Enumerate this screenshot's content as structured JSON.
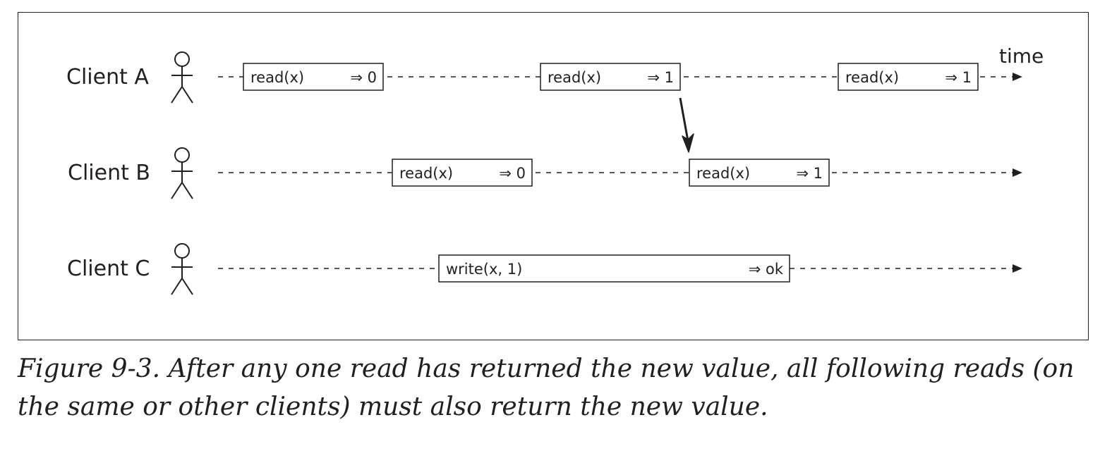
{
  "diagram": {
    "time_label": "time",
    "clients": [
      {
        "label": "Client A",
        "operations": [
          {
            "op": "read(x)",
            "result": "⇒ 0"
          },
          {
            "op": "read(x)",
            "result": "⇒ 1"
          },
          {
            "op": "read(x)",
            "result": "⇒ 1"
          }
        ]
      },
      {
        "label": "Client B",
        "operations": [
          {
            "op": "read(x)",
            "result": "⇒ 0"
          },
          {
            "op": "read(x)",
            "result": "⇒ 1"
          }
        ]
      },
      {
        "label": "Client C",
        "operations": [
          {
            "op": "write(x, 1)",
            "result": "⇒ ok"
          }
        ]
      }
    ]
  },
  "caption": "Figure 9-3. After any one read has returned the new value, all following reads (on the same or other clients) must also return the new value."
}
